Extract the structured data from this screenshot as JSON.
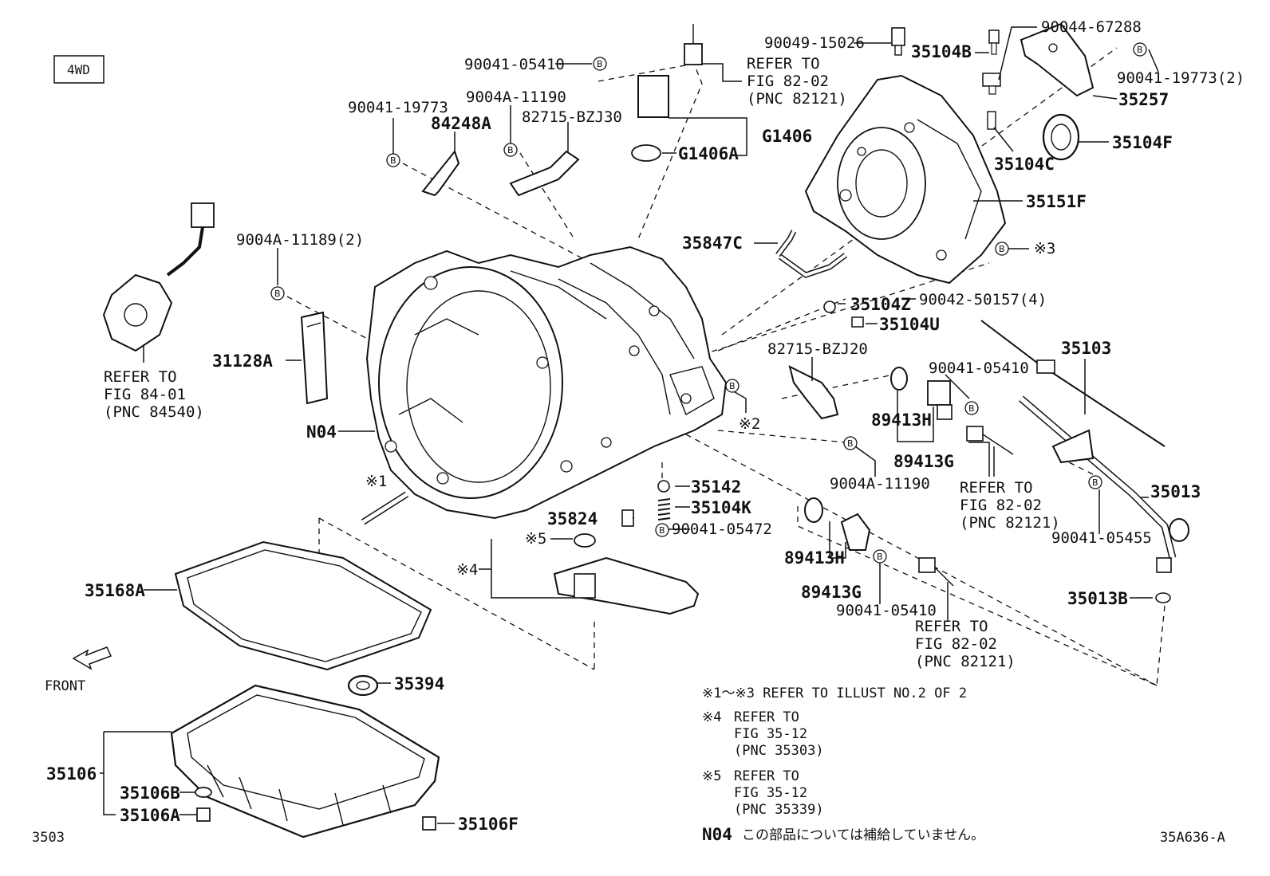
{
  "badge": "4WD",
  "page_code": "3503",
  "illus_code": "35A636-A",
  "front_label": "FRONT",
  "bolt_mark": "B",
  "labels": {
    "p90041_05410_top": "90041-05410",
    "p90041_19773": "90041-19773",
    "p9004A_11190_top": "9004A-11190",
    "p84248A": "84248A",
    "p82715_BZJ30": "82715-BZJ30",
    "pG1406": "G1406",
    "pG1406A": "G1406A",
    "p90049_15026": "90049-15026",
    "p35104B": "35104B",
    "p90044_67288": "90044-67288",
    "p90041_19773_2": "90041-19773(2)",
    "p35257": "35257",
    "p35104F": "35104F",
    "p35104C": "35104C",
    "p35151F": "35151F",
    "p35847C": "35847C",
    "p9004A_11189_2": "9004A-11189(2)",
    "p31128A": "31128A",
    "pN04": "N04",
    "p35104Z": "35104Z",
    "p35104U": "35104U",
    "p90042_50157_4": "90042-50157(4)",
    "p82715_BZJ20": "82715-BZJ20",
    "p90041_05410_mid": "90041-05410",
    "p35103": "35103",
    "p89413H_top": "89413H",
    "p89413G_top": "89413G",
    "p9004A_11190_mid": "9004A-11190",
    "p35013": "35013",
    "p90041_05455": "90041-05455",
    "p35142": "35142",
    "p35104K": "35104K",
    "p35824": "35824",
    "p90041_05472": "90041-05472",
    "p89413H_bot": "89413H",
    "p89413G_bot": "89413G",
    "p90041_05410_bot": "90041-05410",
    "p35013B": "35013B",
    "p35168A": "35168A",
    "p35394": "35394",
    "p35106": "35106",
    "p35106B": "35106B",
    "p35106A": "35106A",
    "p35106F": "35106F"
  },
  "marks": {
    "m1": "※1",
    "m2": "※2",
    "m3": "※3",
    "m4": "※4",
    "m5": "※5"
  },
  "refs": {
    "fig8202_a": [
      "REFER TO",
      "FIG 82-02",
      "(PNC 82121)"
    ],
    "fig8401": [
      "REFER TO",
      "FIG 84-01",
      "(PNC 84540)"
    ],
    "fig8202_b": [
      "REFER TO",
      "FIG 82-02",
      "(PNC 82121)"
    ],
    "fig8202_c": [
      "REFER TO",
      "FIG 82-02",
      "(PNC 82121)"
    ]
  },
  "notes": {
    "n1": "※1～※3 REFER TO ILLUST NO.2 OF 2",
    "n4_mark": "※4",
    "n4": [
      "REFER TO",
      "FIG 35-12",
      "(PNC 35303)"
    ],
    "n5_mark": "※5",
    "n5": [
      "REFER TO",
      "FIG 35-12",
      "(PNC 35339)"
    ],
    "n04_code": "N04",
    "n04_text": "この部品については補給していません。"
  }
}
